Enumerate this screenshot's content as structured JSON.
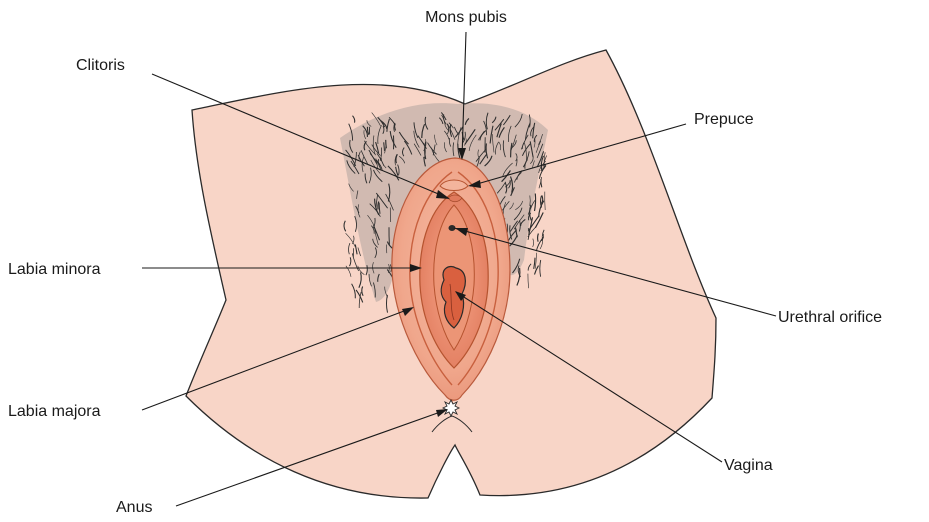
{
  "labels": {
    "mons_pubis": "Mons pubis",
    "clitoris": "Clitoris",
    "prepuce": "Prepuce",
    "labia_minora": "Labia minora",
    "urethral_orifice": "Urethral orifice",
    "labia_majora": "Labia majora",
    "vagina": "Vagina",
    "anus": "Anus"
  },
  "colors": {
    "skin": "#f8d5c7",
    "outline": "#2a2a2a",
    "labia_outer": "#f2a98e",
    "labia_inner": "#e9876a",
    "deep": "#d9603f",
    "hair": "#3a3a3a"
  }
}
